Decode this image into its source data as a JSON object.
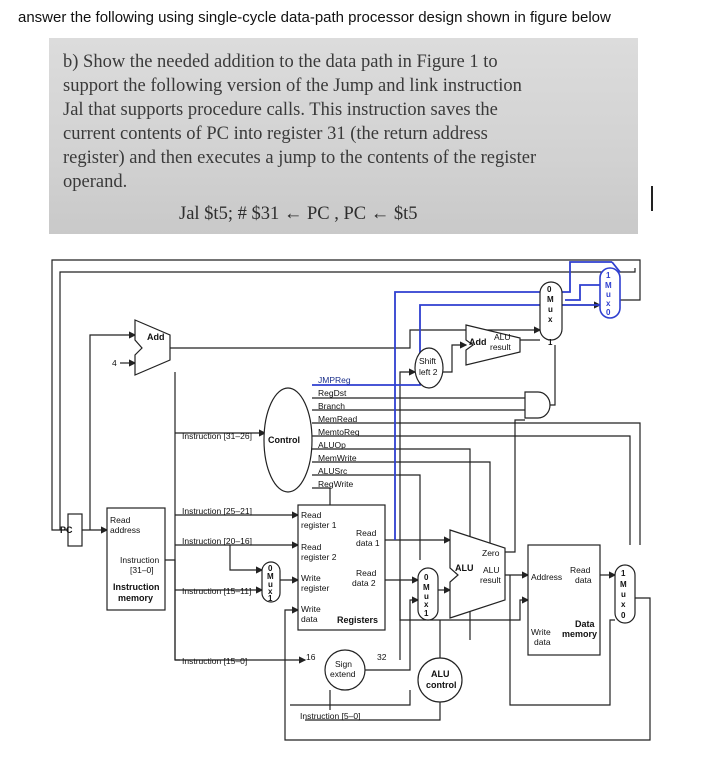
{
  "header": "answer the following using single-cycle data-path processor design shown in figure below",
  "question": {
    "lines": [
      "b) Show the needed addition to the data path in Figure 1 to",
      "support the following version of the Jump and link instruction",
      "Jal that supports procedure calls. This instruction saves the",
      "current contents of PC into register 31 (the return address",
      "register) and then executes a jump to the contents of the register",
      "operand."
    ],
    "instruction": "Jal  $t5;      # $31 ← PC , PC ← $t5"
  },
  "colors": {
    "wire": "#222222",
    "added_wire": "#2f3fd0",
    "photo_bg": "#d4d4d4"
  },
  "diagram": {
    "pc": "PC",
    "add_top": "Add",
    "four": "4",
    "shift": [
      "Shift",
      "left 2"
    ],
    "add_alu": [
      "Add",
      "ALU",
      "result"
    ],
    "mux_top": [
      "0",
      "M",
      "u",
      "x",
      "1"
    ],
    "mux_right": [
      "1",
      "M",
      "u",
      "x",
      "0"
    ],
    "mux_reg": [
      "0",
      "M",
      "u",
      "x",
      "1"
    ],
    "mux_alu": [
      "0",
      "M",
      "u",
      "x",
      "1"
    ],
    "mux_mem": [
      "1",
      "M",
      "u",
      "x",
      "0"
    ],
    "control": "Control",
    "control_signals": [
      "JMPReg",
      "RegDst",
      "Branch",
      "MemRead",
      "MemtoReg",
      "ALUOp",
      "MemWrite",
      "ALUSrc",
      "RegWrite"
    ],
    "instr_mem": [
      "Read",
      "address",
      "Instruction",
      "[31–0]",
      "Instruction",
      "memory"
    ],
    "fields": [
      "Instruction [31–26]",
      "Instruction [25–21]",
      "Instruction [20–16]",
      "Instruction [15–11]",
      "Instruction [15–0]",
      "Instruction [5–0]"
    ],
    "registers": [
      "Read",
      "register 1",
      "Read",
      "register 2",
      "Write",
      "register",
      "Write",
      "data",
      "Read",
      "data 1",
      "Read",
      "data 2",
      "Registers"
    ],
    "sign_extend": [
      "Sign",
      "extend",
      "16",
      "32"
    ],
    "alu": [
      "Zero",
      "ALU",
      "ALU",
      "result"
    ],
    "alu_control": [
      "ALU",
      "control"
    ],
    "data_mem": [
      "Address",
      "Read",
      "data",
      "Write",
      "data",
      "Data",
      "memory"
    ]
  }
}
